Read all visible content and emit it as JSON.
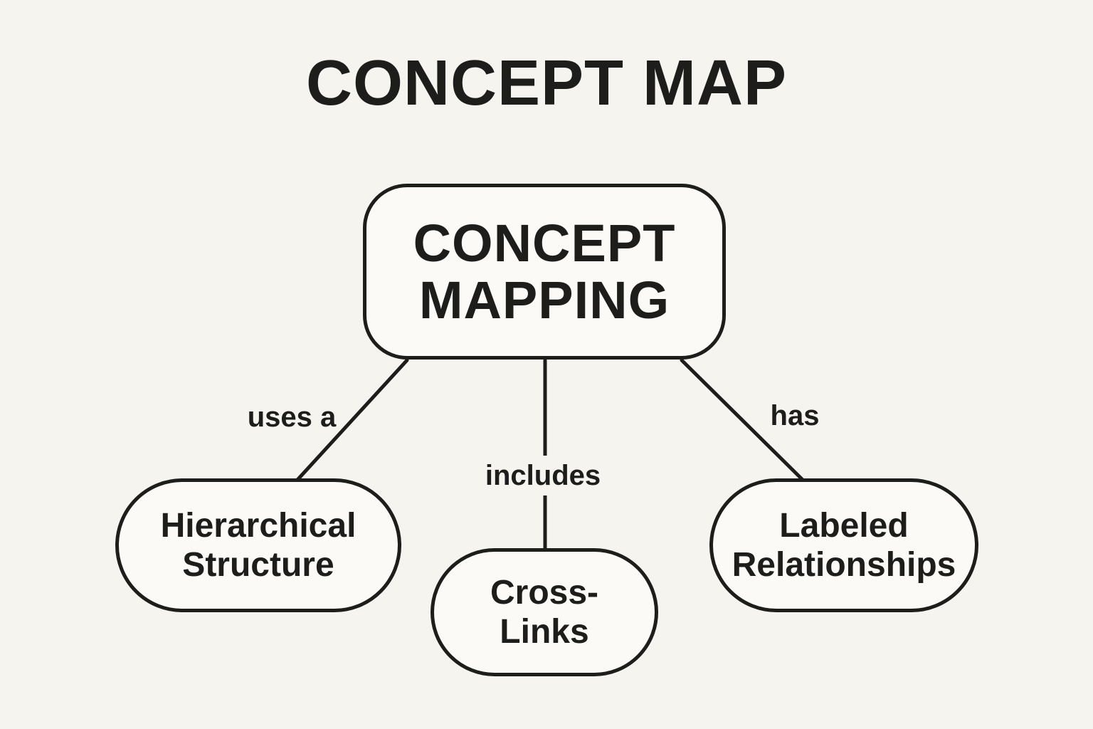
{
  "page": {
    "background_color": "#f5f4ef",
    "node_fill_color": "#fbfaf6",
    "stroke_color": "#1d1d1b"
  },
  "title": "CONCEPT MAP",
  "diagram": {
    "root": {
      "label": "CONCEPT\nMAPPING"
    },
    "children": [
      {
        "label": "Hierarchical\nStructure"
      },
      {
        "label": "Cross-\nLinks"
      },
      {
        "label": "Labeled\nRelationships"
      }
    ],
    "edges": [
      {
        "label": "uses a",
        "from": "CONCEPT MAPPING",
        "to": "Hierarchical Structure"
      },
      {
        "label": "includes",
        "from": "CONCEPT MAPPING",
        "to": "Cross-Links"
      },
      {
        "label": "has",
        "from": "CONCEPT MAPPING",
        "to": "Labeled Relationships"
      }
    ]
  }
}
